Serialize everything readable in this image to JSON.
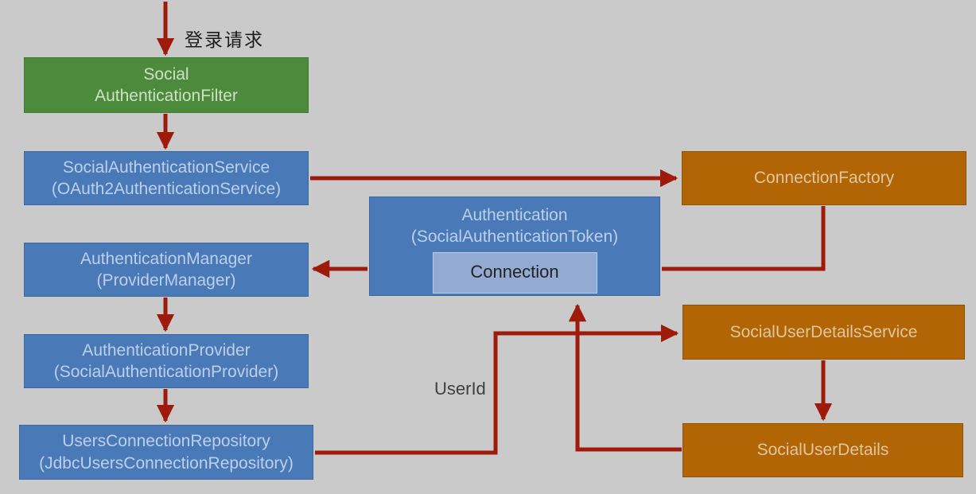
{
  "diagram": {
    "labels": {
      "login_request": "登录请求",
      "user_id": "UserId"
    },
    "nodes": {
      "filter": {
        "label": "Social\nAuthenticationFilter"
      },
      "service": {
        "label": "SocialAuthenticationService\n(OAuth2AuthenticationService)"
      },
      "connection_factory": {
        "label": "ConnectionFactory"
      },
      "authentication": {
        "label": "Authentication\n(SocialAuthenticationToken)",
        "inner": "Connection"
      },
      "manager": {
        "label": "AuthenticationManager\n(ProviderManager)"
      },
      "provider": {
        "label": "AuthenticationProvider\n(SocialAuthenticationProvider)"
      },
      "repository": {
        "label": "UsersConnectionRepository\n(JdbcUsersConnectionRepository)"
      },
      "details_service": {
        "label": "SocialUserDetailsService"
      },
      "details": {
        "label": "SocialUserDetails"
      }
    },
    "colors": {
      "background": "#cacaca",
      "green": "#4d8b3c",
      "blue": "#4a79b8",
      "blue_light": "#93abd2",
      "orange": "#b26504",
      "arrow": "#9e1a0a",
      "text_on_green": "#cfe0c6",
      "text_on_blue": "#bcd0ea",
      "text_on_orange": "#dfc7a0",
      "text_dark": "#222222"
    }
  }
}
